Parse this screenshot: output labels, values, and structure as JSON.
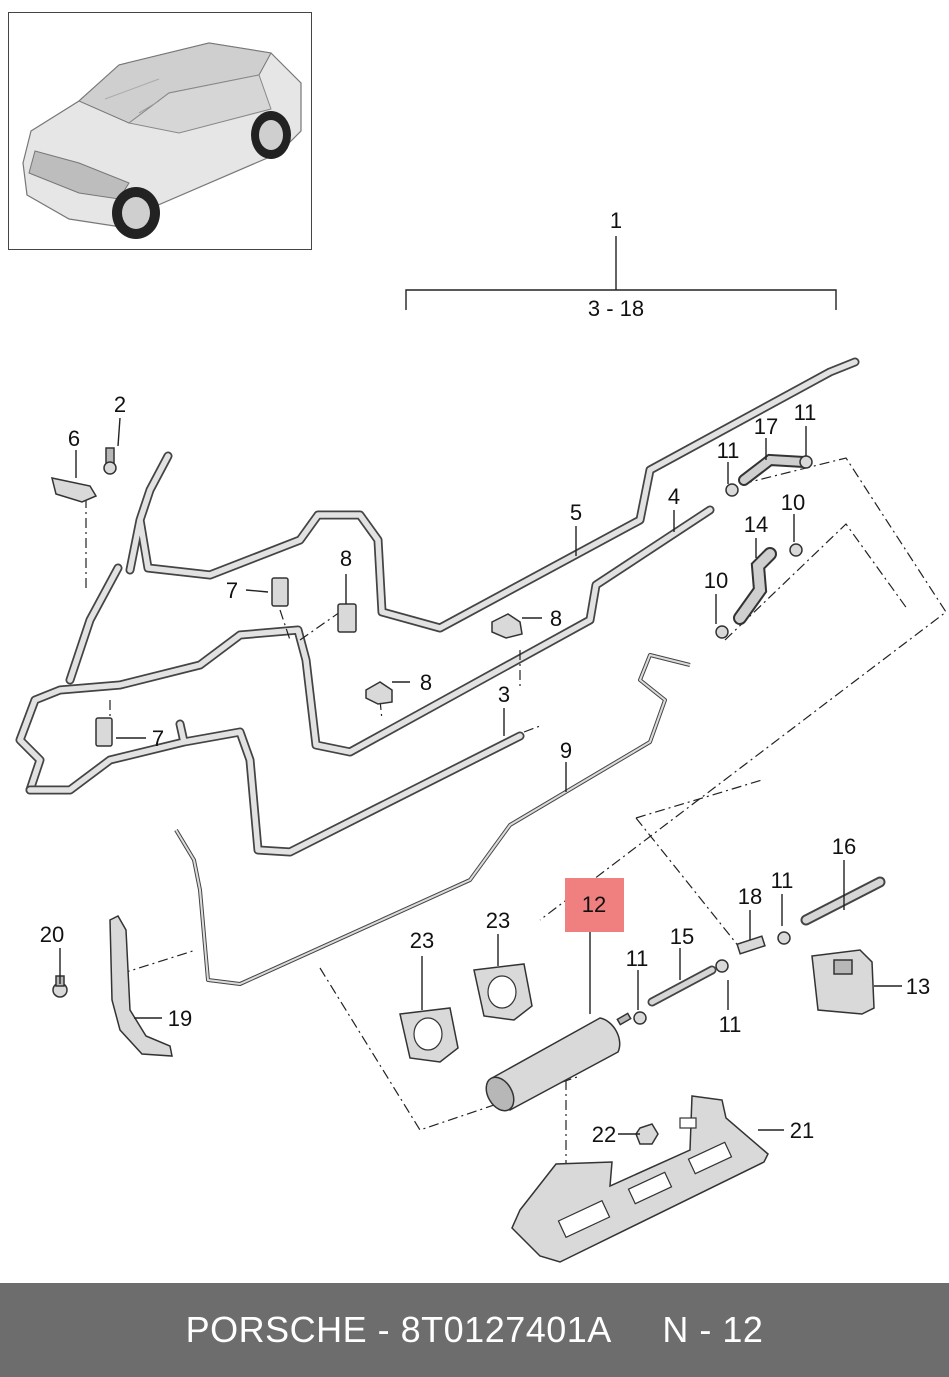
{
  "callouts": {
    "c1": "1",
    "c3_18": "3 - 18",
    "c2": "2",
    "c6": "6",
    "c17": "17",
    "c11a": "11",
    "c11b": "11",
    "c11c": "11",
    "c11d": "11",
    "c11e": "11",
    "c5": "5",
    "c4": "4",
    "c14": "14",
    "c10a": "10",
    "c10b": "10",
    "c8a": "8",
    "c8b": "8",
    "c8c": "8",
    "c7a": "7",
    "c7b": "7",
    "c3": "3",
    "c9": "9",
    "c16": "16",
    "c12": "12",
    "c23a": "23",
    "c23b": "23",
    "c15": "15",
    "c18": "18",
    "c13": "13",
    "c20": "20",
    "c19": "19",
    "c22": "22",
    "c21": "21"
  },
  "highlight_color": "#f08080",
  "footer": {
    "text": "PORSCHE - 8T0127401A     N - 12"
  }
}
